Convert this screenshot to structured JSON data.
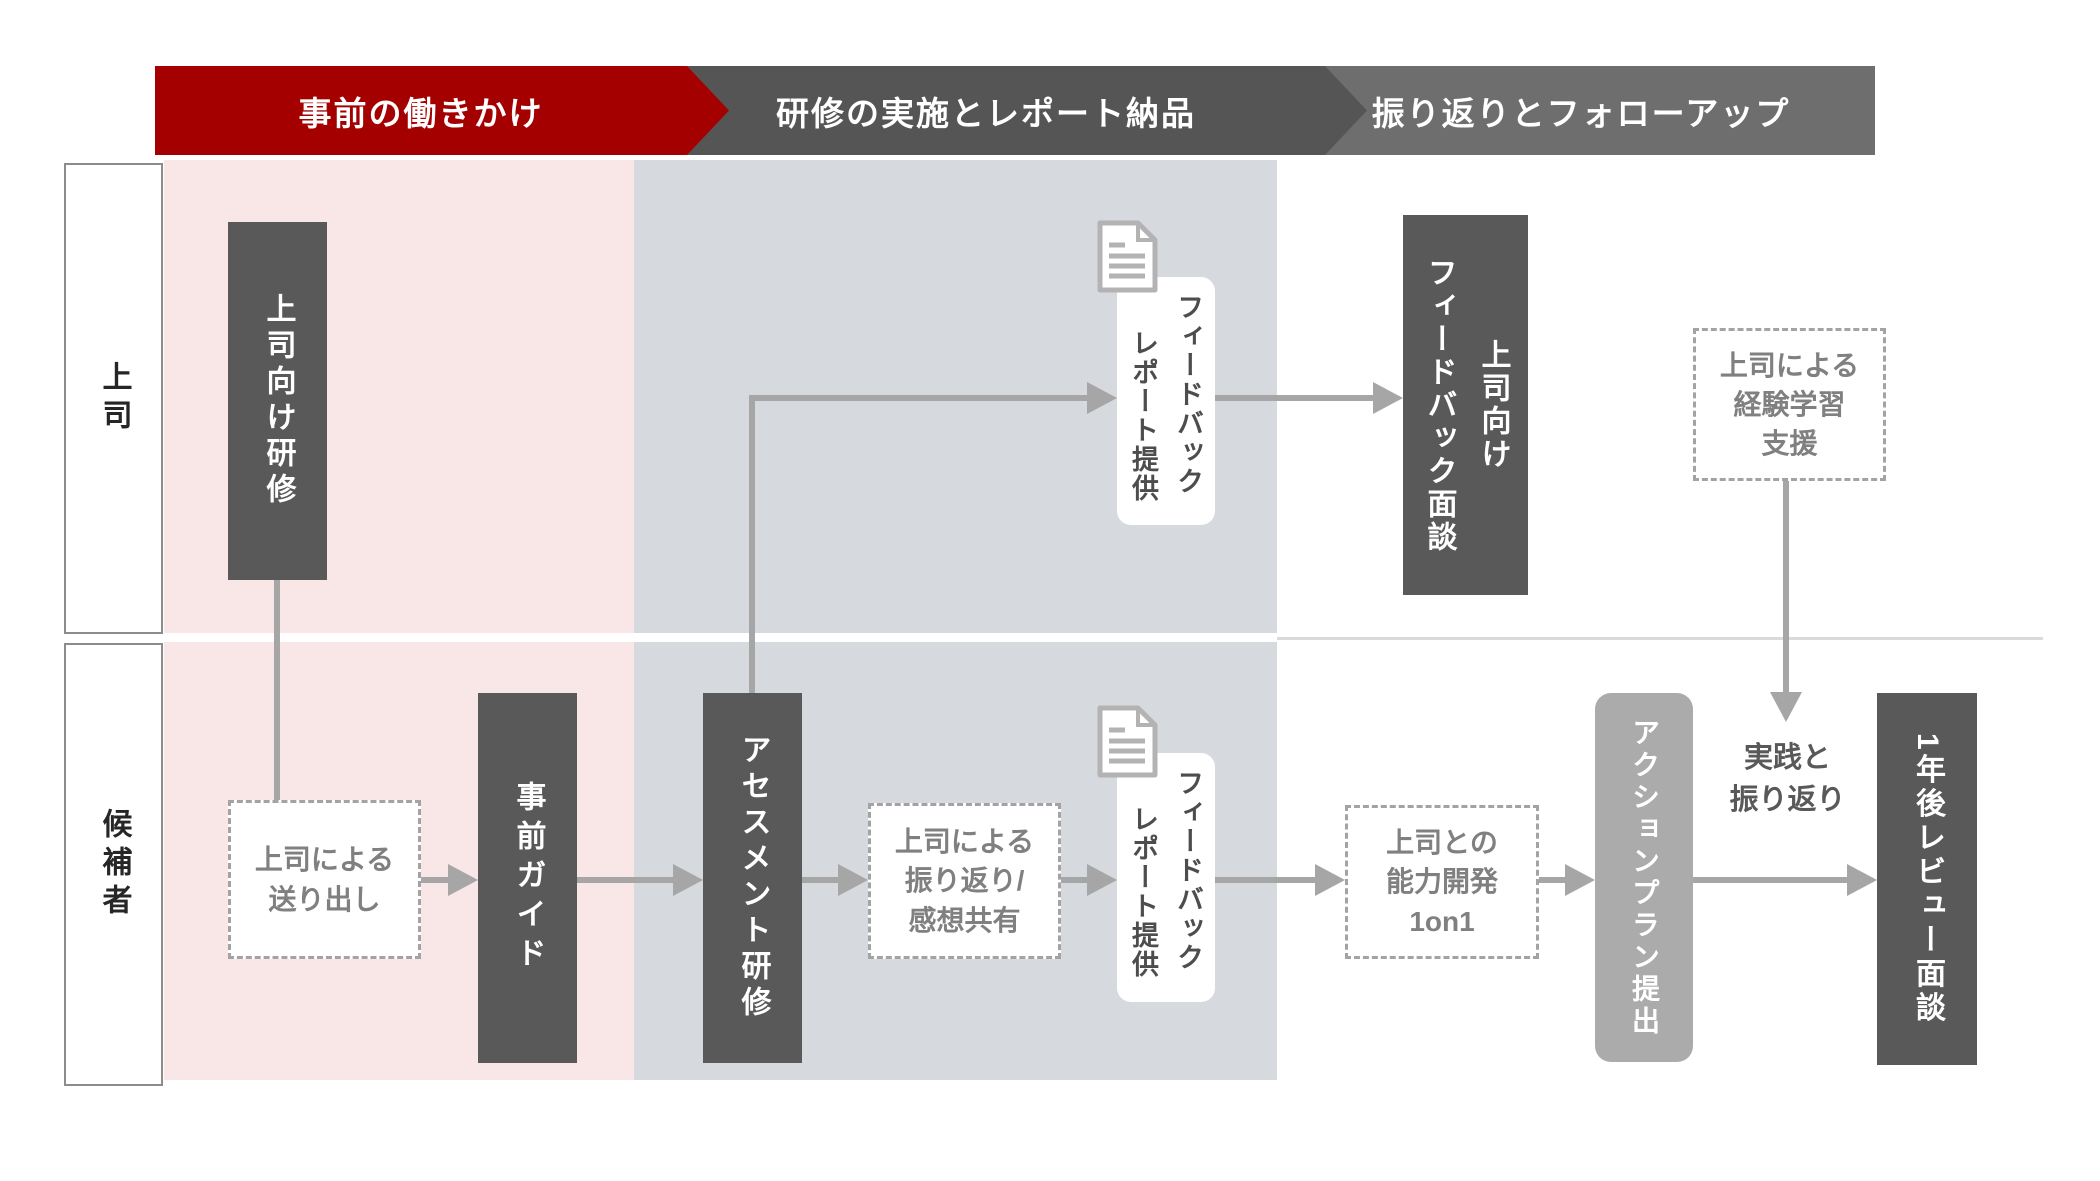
{
  "phases": [
    {
      "label": "事前の働きかけ",
      "color": "#a50000"
    },
    {
      "label": "研修の実施とレポート納品",
      "color": "#555555"
    },
    {
      "label": "振り返りとフォローアップ",
      "color": "#6e6e6e"
    }
  ],
  "lanes": [
    {
      "label": "上司"
    },
    {
      "label": "候補者"
    }
  ],
  "boss_lane": {
    "boss_training": "上司向け研修",
    "feedback_report": {
      "col_right": "フィードバック",
      "col_left": "レポート提供"
    },
    "feedback_meeting": {
      "col_right": "上司向け",
      "col_left": "フィードバック面談"
    },
    "experience_support": {
      "lines": [
        "上司による",
        "経験学習",
        "支援"
      ]
    }
  },
  "candidate_lane": {
    "sendoff": {
      "lines": [
        "上司による",
        "送り出し"
      ]
    },
    "pre_guide": "事前ガイド",
    "assessment_training": "アセスメント研修",
    "reflection": {
      "lines": [
        "上司による",
        "振り返り/",
        "感想共有"
      ]
    },
    "feedback_report": {
      "col_right": "フィードバック",
      "col_left": "レポート提供"
    },
    "one_on_one": {
      "lines": [
        "上司との",
        "能力開発",
        "1on1"
      ]
    },
    "action_plan": "アクションプラン提出",
    "practice": {
      "lines": [
        "実践と",
        "振り返り"
      ]
    },
    "year_review": "1年後レビュー面談"
  },
  "colors": {
    "phase1_red": "#a50000",
    "phase2_gray": "#555555",
    "phase3_gray": "#6e6e6e",
    "dark_box": "#595959",
    "light_box": "#ababab",
    "pink_bg": "#f8e7e6",
    "blue_gray_bg": "#d6dade",
    "arrow": "#a6a6a6",
    "dashed_border": "#a3a3a3",
    "dashed_text": "#808080"
  }
}
